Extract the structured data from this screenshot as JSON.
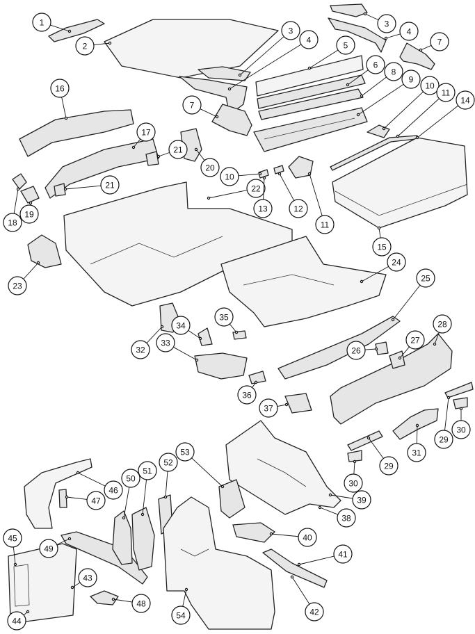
{
  "diagram": {
    "type": "exploded-parts-view",
    "callouts": [
      "1",
      "2",
      "3",
      "4",
      "5",
      "3",
      "4",
      "7",
      "6",
      "8",
      "9",
      "10",
      "11",
      "14",
      "16",
      "7",
      "17",
      "21",
      "20",
      "21",
      "22",
      "10",
      "13",
      "12",
      "11",
      "15",
      "18",
      "19",
      "23",
      "24",
      "25",
      "28",
      "27",
      "26",
      "32",
      "34",
      "35",
      "33",
      "36",
      "37",
      "29",
      "30",
      "31",
      "29",
      "30",
      "46",
      "47",
      "50",
      "51",
      "52",
      "53",
      "39",
      "38",
      "40",
      "41",
      "42",
      "45",
      "43",
      "44",
      "49",
      "48",
      "54"
    ]
  }
}
